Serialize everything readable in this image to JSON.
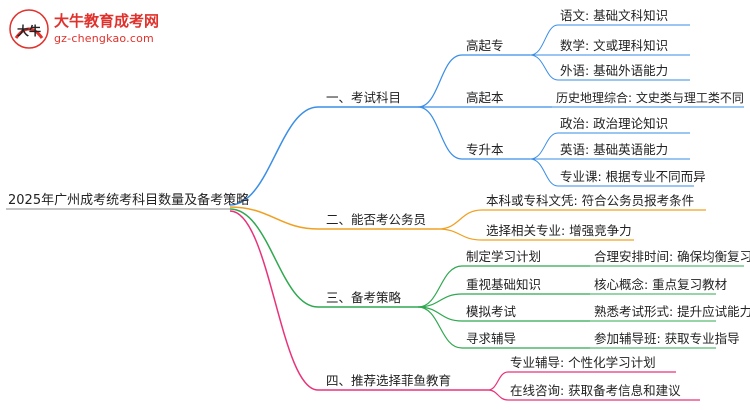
{
  "logo": {
    "title": "大牛教育成考网",
    "url": "gz-chengkao.com",
    "mark_text": "大牛"
  },
  "colors": {
    "blue": "#3a8ee6",
    "orange": "#f0a020",
    "green": "#2fa84f",
    "pink": "#e8337a",
    "brand_red": "#e0312c"
  },
  "root": "2025年广州成考统考科目数量及备考策略",
  "branches": {
    "b1": {
      "label": "一、考试科目",
      "gqz": {
        "label": "高起专",
        "items": [
          "语文: 基础文科知识",
          "数学: 文或理科知识",
          "外语: 基础外语能力"
        ]
      },
      "gqb": {
        "label": "高起本",
        "items": [
          "历史地理综合: 文史类与理工类不同"
        ]
      },
      "zsb": {
        "label": "专升本",
        "items": [
          "政治: 政治理论知识",
          "英语: 基础英语能力",
          "专业课: 根据专业不同而异"
        ]
      }
    },
    "b2": {
      "label": "二、能否考公务员",
      "items": [
        "本科或专科文凭: 符合公务员报考条件",
        "选择相关专业: 增强竞争力"
      ]
    },
    "b3": {
      "label": "三、备考策略",
      "items": [
        {
          "label": "制定学习计划",
          "detail": "合理安排时间: 确保均衡复习"
        },
        {
          "label": "重视基础知识",
          "detail": "核心概念: 重点复习教材"
        },
        {
          "label": "模拟考试",
          "detail": "熟悉考试形式: 提升应试能力"
        },
        {
          "label": "寻求辅导",
          "detail": "参加辅导班: 获取专业指导"
        }
      ]
    },
    "b4": {
      "label": "四、推荐选择菲鱼教育",
      "items": [
        "专业辅导: 个性化学习计划",
        "在线咨询: 获取备考信息和建议"
      ]
    }
  }
}
